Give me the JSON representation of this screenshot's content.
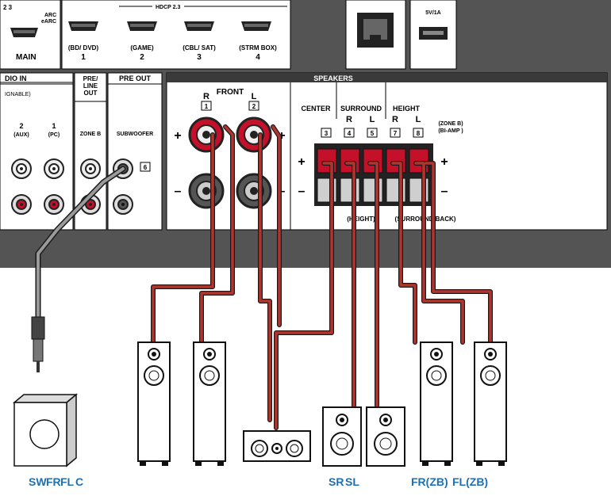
{
  "hdmi": {
    "out_partial": "2 3",
    "arc": "ARC",
    "earc": "eARC",
    "main": "MAIN",
    "hdcp": "HDCP 2.3",
    "inputs": [
      {
        "name": "(BD/ DVD)",
        "num": "1"
      },
      {
        "name": "(GAME)",
        "num": "2"
      },
      {
        "name": "(CBL/ SAT)",
        "num": "3"
      },
      {
        "name": "(STRM BOX)",
        "num": "4"
      }
    ],
    "usb": "5V/1A"
  },
  "audio_in": {
    "title": "DIO IN",
    "sub": "IGNABLE)",
    "jacks": [
      {
        "num": "2",
        "name": "(AUX)"
      },
      {
        "num": "1",
        "name": "(PC)"
      }
    ]
  },
  "pre_line_out": {
    "title_l1": "PRE/",
    "title_l2": "LINE",
    "title_l3": "OUT",
    "zone": "ZONE B"
  },
  "pre_out": {
    "title": "PRE OUT",
    "sub": "SUBWOOFER",
    "num": "6"
  },
  "speakers": {
    "title": "SPEAKERS",
    "front": "FRONT",
    "front_r": "R",
    "front_l": "L",
    "front_r_num": "1",
    "front_l_num": "2",
    "center": "CENTER",
    "center_num": "3",
    "surround": "SURROUND",
    "surround_r": "R",
    "surround_l": "L",
    "surround_r_num": "4",
    "surround_l_num": "5",
    "height": "HEIGHT",
    "height_r": "R",
    "height_l": "L",
    "height_r_num": "7",
    "height_l_num": "8",
    "zone_b": "(ZONE B)",
    "bi_amp": "(BI-AMP )",
    "plus": "+",
    "minus": "–",
    "height_label": "(HEIGHT)",
    "surround_back": "(SURROUND BACK)"
  },
  "captions": {
    "sw": "SW",
    "fr": "FR",
    "fl": "FL",
    "c": "C",
    "sr": "SR",
    "sl": "SL",
    "fr_zb": "FR(ZB)",
    "fl_zb": "FL(ZB)"
  },
  "colors": {
    "panel": "#545454",
    "section": "#ffffff",
    "wire": "#b3342c",
    "wire_outline": "#1a1a1a",
    "caption": "#1f6fb2",
    "red_jack": "#c5102a"
  }
}
